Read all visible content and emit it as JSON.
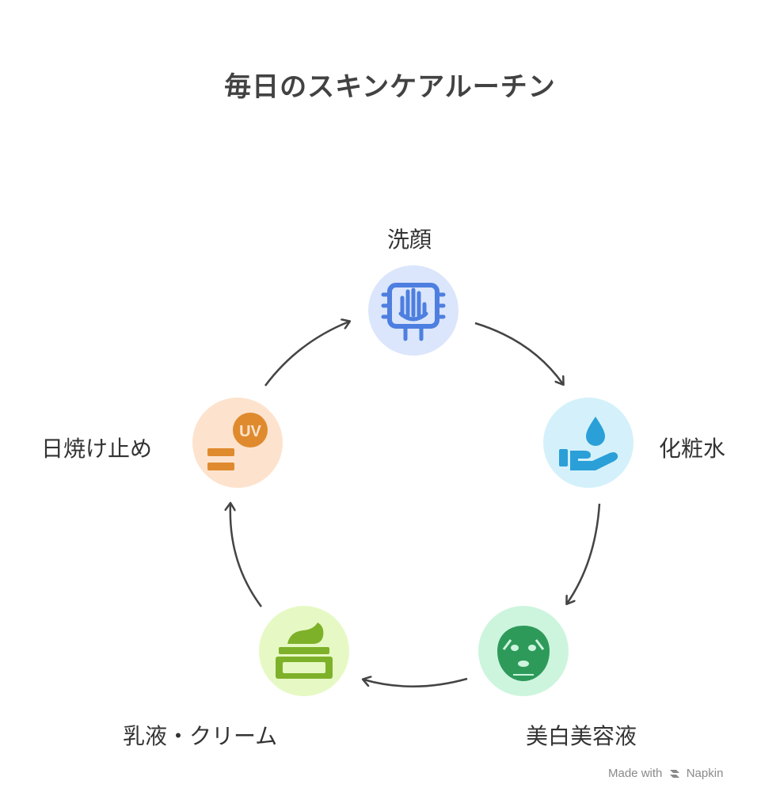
{
  "title": "毎日のスキンケアルーチン",
  "steps": [
    {
      "label": "洗顔",
      "icon": "hand-wash-icon",
      "bg": "#dbe6fc",
      "fg": "#4e7fe0"
    },
    {
      "label": "化粧水",
      "icon": "water-drop-hand-icon",
      "bg": "#d4f1fb",
      "fg": "#2b9fd8"
    },
    {
      "label": "美白美容液",
      "icon": "face-mask-icon",
      "bg": "#cdf5de",
      "fg": "#2e9a5a"
    },
    {
      "label": "乳液・クリーム",
      "icon": "cream-jar-icon",
      "bg": "#e6f9c4",
      "fg": "#7eb12a"
    },
    {
      "label": "日焼け止め",
      "icon": "uv-sunscreen-icon",
      "bg": "#fde3cd",
      "fg": "#e08a2e"
    }
  ],
  "colors": {
    "arrow": "#444444",
    "title": "#424242"
  },
  "credit": {
    "prefix": "Made with",
    "brand": "Napkin",
    "icon": "napkin-logo-icon"
  }
}
